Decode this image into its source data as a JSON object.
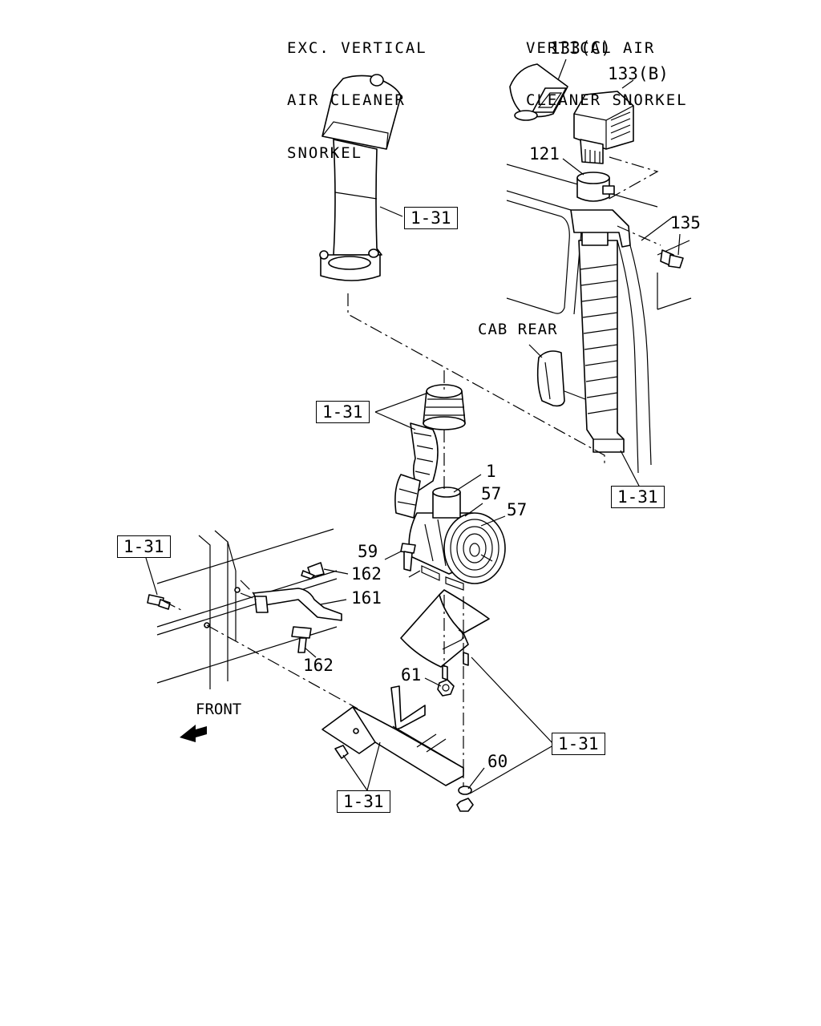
{
  "headers": {
    "left_line1": "EXC. VERTICAL",
    "left_line2": "AIR CLEANER",
    "left_line3": "SNORKEL",
    "right_line1": "VERTICAL AIR",
    "right_line2": "CLEANER SNORKEL"
  },
  "callouts": {
    "p133c": "133(C)",
    "p133b": "133(B)",
    "p121": "121",
    "p135": "135",
    "p1": "1",
    "p57a": "57",
    "p57b": "57",
    "p59": "59",
    "p162a": "162",
    "p161": "161",
    "p162b": "162",
    "p61": "61",
    "p60": "60"
  },
  "refs": {
    "r1": "1-31",
    "r2": "1-31",
    "r3": "1-31",
    "r4": "1-31",
    "r5": "1-31",
    "r6": "1-31"
  },
  "texts": {
    "cab_rear": "CAB REAR",
    "front": "FRONT"
  },
  "colors": {
    "ink": "#000000",
    "paper": "#ffffff"
  }
}
